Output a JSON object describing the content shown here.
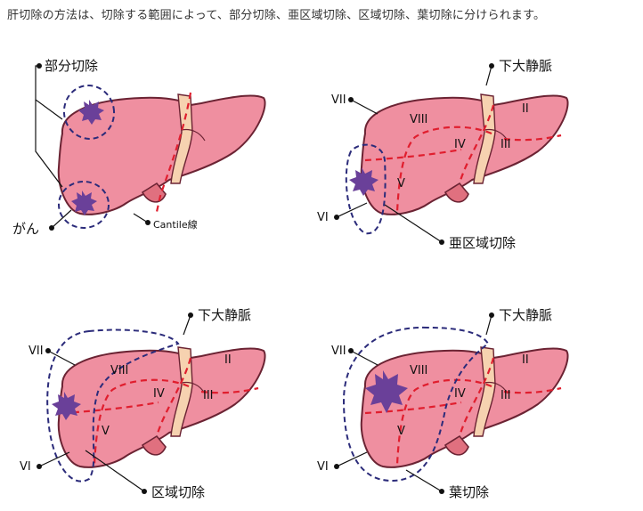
{
  "caption": "肝切除の方法は、切除する範囲によって、部分切除、亜区域切除、区域切除、葉切除に分けられます。",
  "colors": {
    "liver_fill": "#ef8fa0",
    "liver_stroke": "#6b2333",
    "tumor": "#6a4099",
    "dashed_line": "#e01e2e",
    "outline_dash": "#2b2b7a",
    "vessel": "#f6d2b0"
  },
  "panels": [
    {
      "id": "partial",
      "labels": {
        "method": "部分切除",
        "tumor": "がん",
        "cantlie": "Cantile線"
      }
    },
    {
      "id": "subsegmental",
      "labels": {
        "vein": "下大静脈",
        "method": "亜区域切除",
        "seg_VII": "VII",
        "seg_VIII": "VIII",
        "seg_IV": "IV",
        "seg_II": "II",
        "seg_III": "III",
        "seg_V": "V",
        "seg_VI": "VI"
      }
    },
    {
      "id": "segmental",
      "labels": {
        "vein": "下大静脈",
        "method": "区域切除",
        "seg_VII": "VII",
        "seg_VIII": "VIII",
        "seg_IV": "IV",
        "seg_II": "II",
        "seg_III": "III",
        "seg_V": "V",
        "seg_VI": "VI"
      }
    },
    {
      "id": "lobectomy",
      "labels": {
        "vein": "下大静脈",
        "method": "葉切除",
        "seg_VII": "VII",
        "seg_VIII": "VIII",
        "seg_IV": "IV",
        "seg_II": "II",
        "seg_III": "III",
        "seg_V": "V",
        "seg_VI": "VI"
      }
    }
  ]
}
